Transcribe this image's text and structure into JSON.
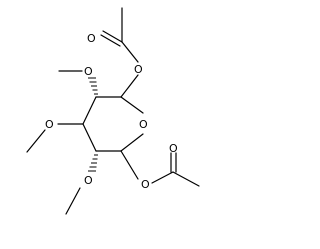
{
  "molecule": {
    "atom_labels": {
      "ring_oxygen": "O",
      "acetoxy_top_o": "O",
      "acetoxy_top_carbonyl": "O",
      "acetoxy_bottom_o": "O",
      "acetoxy_bottom_carbonyl": "O",
      "methoxy_top_o": "O",
      "methoxy_middle_o": "O",
      "methoxy_bottom_o": "O"
    }
  }
}
